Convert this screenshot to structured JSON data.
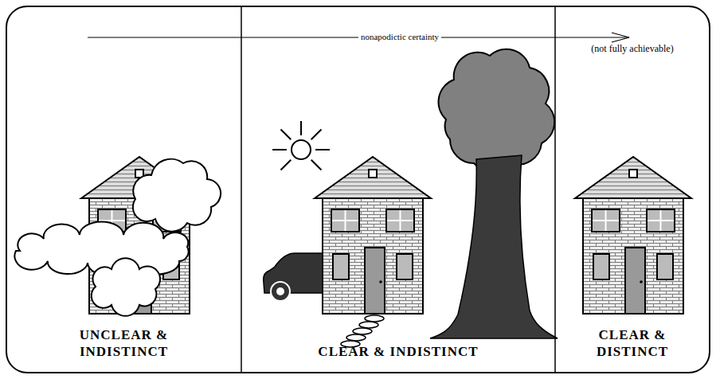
{
  "diagram": {
    "nodes": [
      {
        "text": [
          "UNCLEAR & INDISTINCT"
        ]
      },
      {
        "text": [
          "CLEAR & INDISTINCT"
        ]
      },
      {
        "text": [
          "(not fully achievable)",
          "CLEAR & DISTINCT"
        ]
      }
    ],
    "labels": [
      "nonapodictic certainty"
    ]
  }
}
